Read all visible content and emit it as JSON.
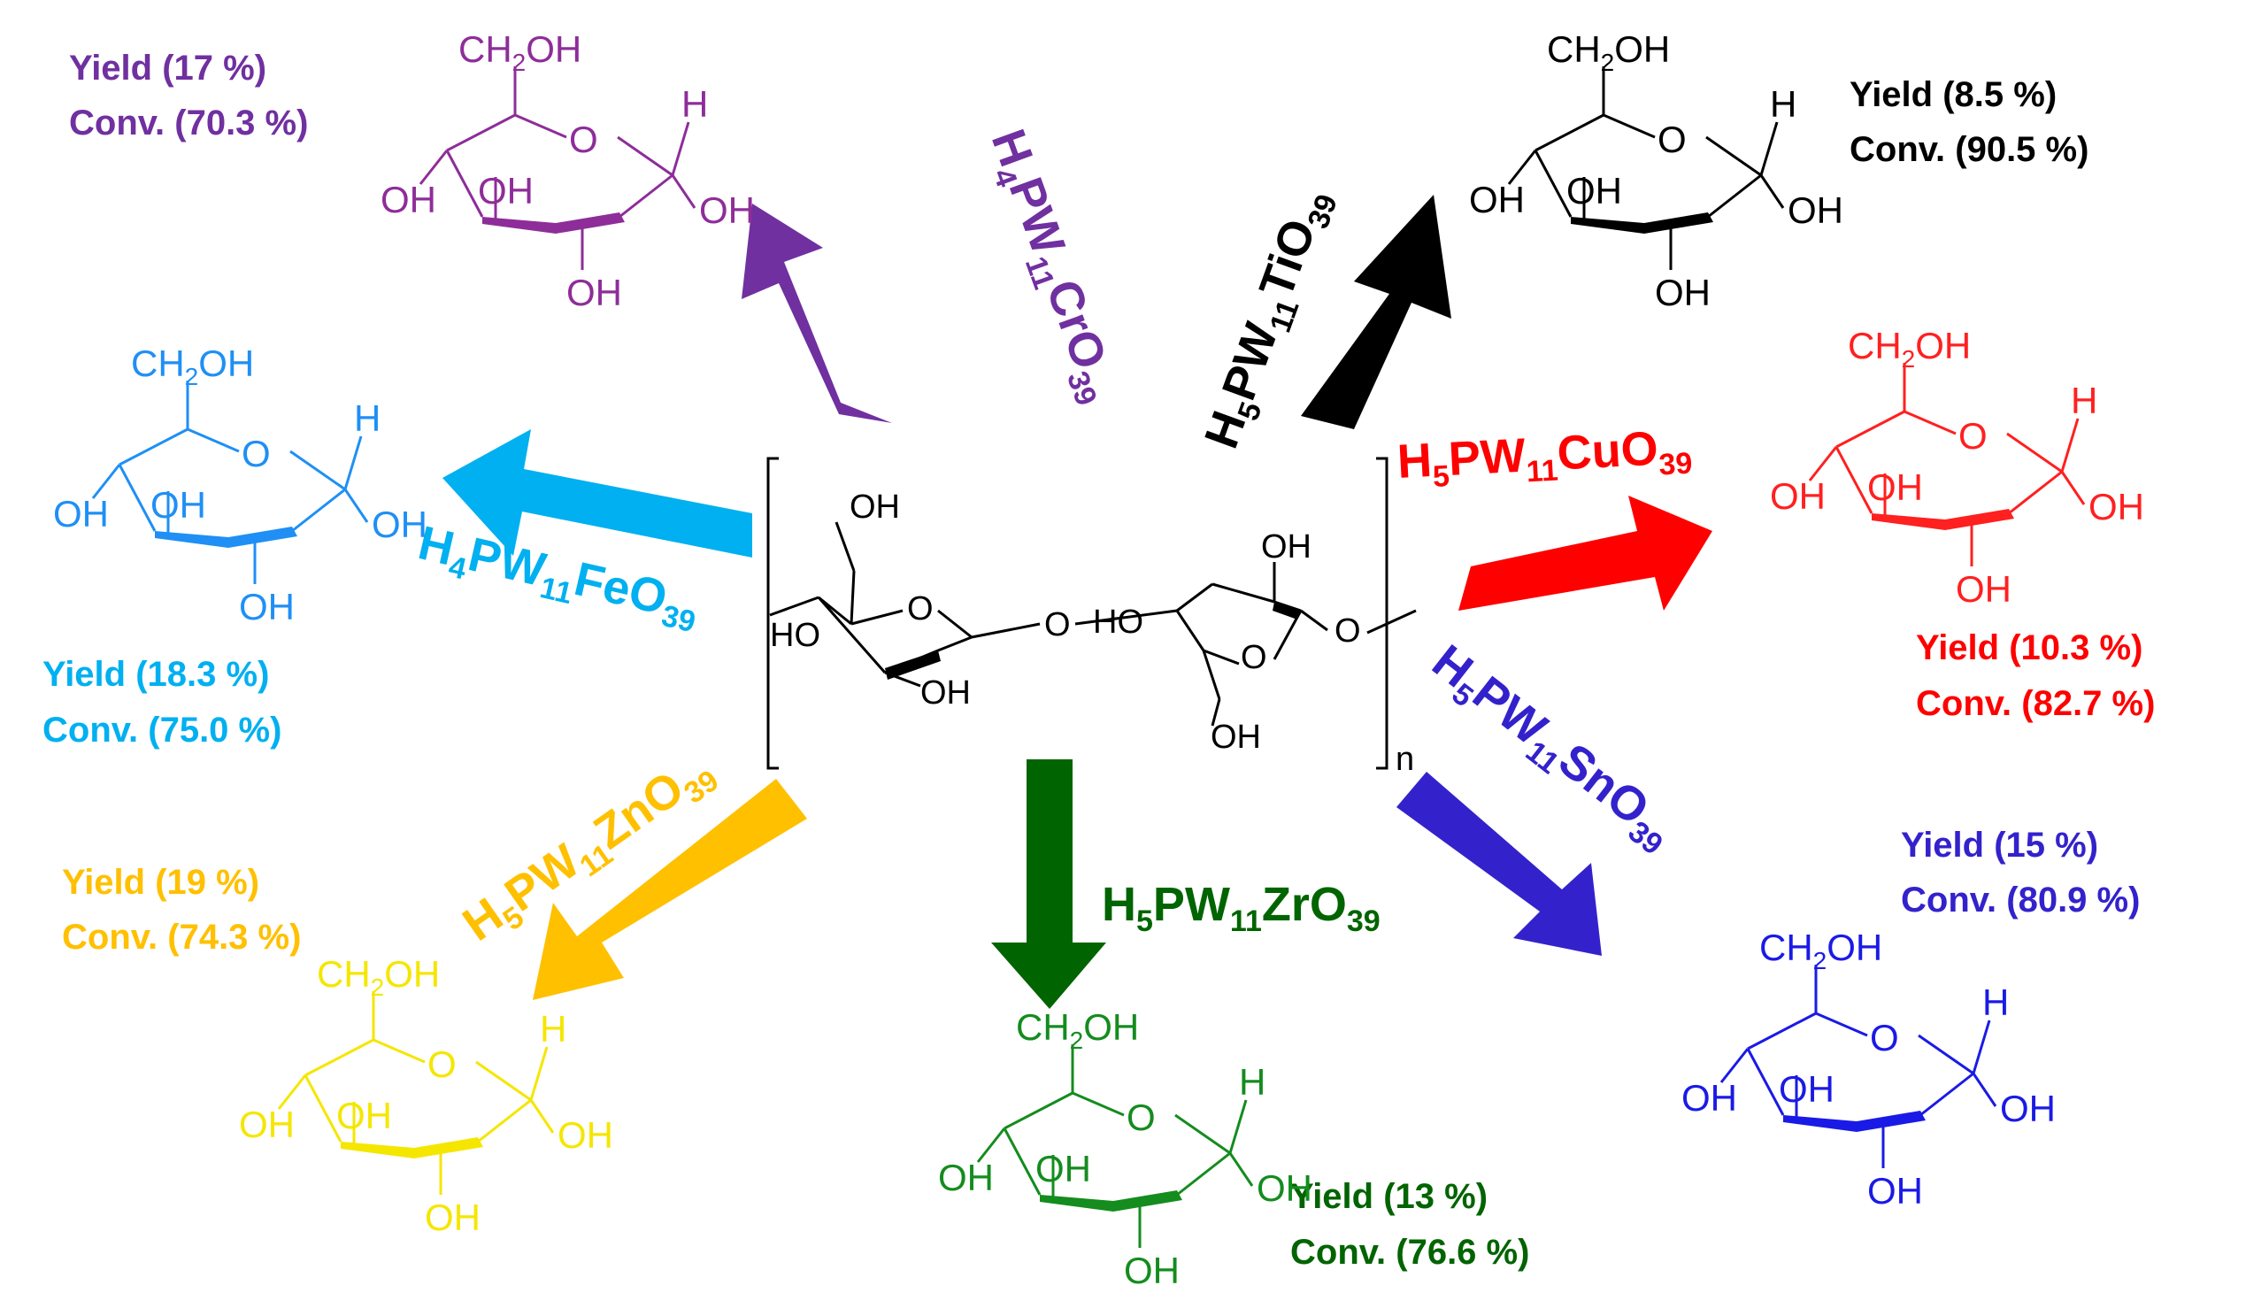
{
  "center": {
    "substituents": {
      "ch2oh_a": "OH",
      "ho_left": "HO",
      "oh_bottom_a": "OH",
      "ring_o_a": "O",
      "bridge_o": "O",
      "ho_b": "HO",
      "oh_top_b": "OH",
      "ring_o_b": "O",
      "ch2oh_b": "OH",
      "end_o": "O"
    },
    "repeat": "n"
  },
  "glucose": {
    "ch2oh": "CH",
    "ch2oh_sub": "2",
    "ch2oh_tail": "OH",
    "ring_o": "O",
    "h": "H",
    "oh1": "OH",
    "oh2": "OH",
    "oh3": "OH",
    "oh4": "OH"
  },
  "catalysts": [
    {
      "id": "cr",
      "color": "#7030a0",
      "formula": [
        "H",
        "4",
        "PW",
        "11",
        "CrO",
        "39"
      ],
      "yield": "Yield (17 %)",
      "conv": "Conv. (70.3 %)"
    },
    {
      "id": "ti",
      "color": "#000000",
      "formula": [
        "H",
        "5",
        "PW",
        "11",
        "TiO",
        "39"
      ],
      "yield": "Yield (8.5 %)",
      "conv": "Conv. (90.5 %)"
    },
    {
      "id": "fe",
      "color": "#00b0f0",
      "formula": [
        "H",
        "4",
        "PW",
        "11",
        "FeO",
        "39"
      ],
      "yield": "Yield (18.3 %)",
      "conv": "Conv. (75.0 %)"
    },
    {
      "id": "cu",
      "color": "#ff0000",
      "formula": [
        "H",
        "5",
        "PW",
        "11",
        "CuO",
        "39"
      ],
      "yield": "Yield (10.3 %)",
      "conv": "Conv. (82.7 %)"
    },
    {
      "id": "zn",
      "color": "#ffc000",
      "formula": [
        "H",
        "5",
        "PW",
        "11",
        "ZnO",
        "39"
      ],
      "yield": "Yield (19 %)",
      "conv": "Conv. (74.3 %)"
    },
    {
      "id": "zr",
      "color": "#006400",
      "formula": [
        "H",
        "5",
        "PW",
        "11",
        "ZrO",
        "39"
      ],
      "yield": "Yield (13 %)",
      "conv": "Conv. (76.6 %)"
    },
    {
      "id": "sn",
      "color": "#3322cc",
      "formula": [
        "H",
        "5",
        "PW",
        "11",
        "SnO",
        "39"
      ],
      "yield": "Yield (15 %)",
      "conv": "Conv. (80.9 %)"
    }
  ],
  "product_colors": {
    "cr": "#8e2d99",
    "ti": "#000000",
    "fe": "#1f8ff5",
    "cu": "#ff2020",
    "zn": "#f5e600",
    "zr": "#148c1e",
    "sn": "#1a1ae6"
  }
}
